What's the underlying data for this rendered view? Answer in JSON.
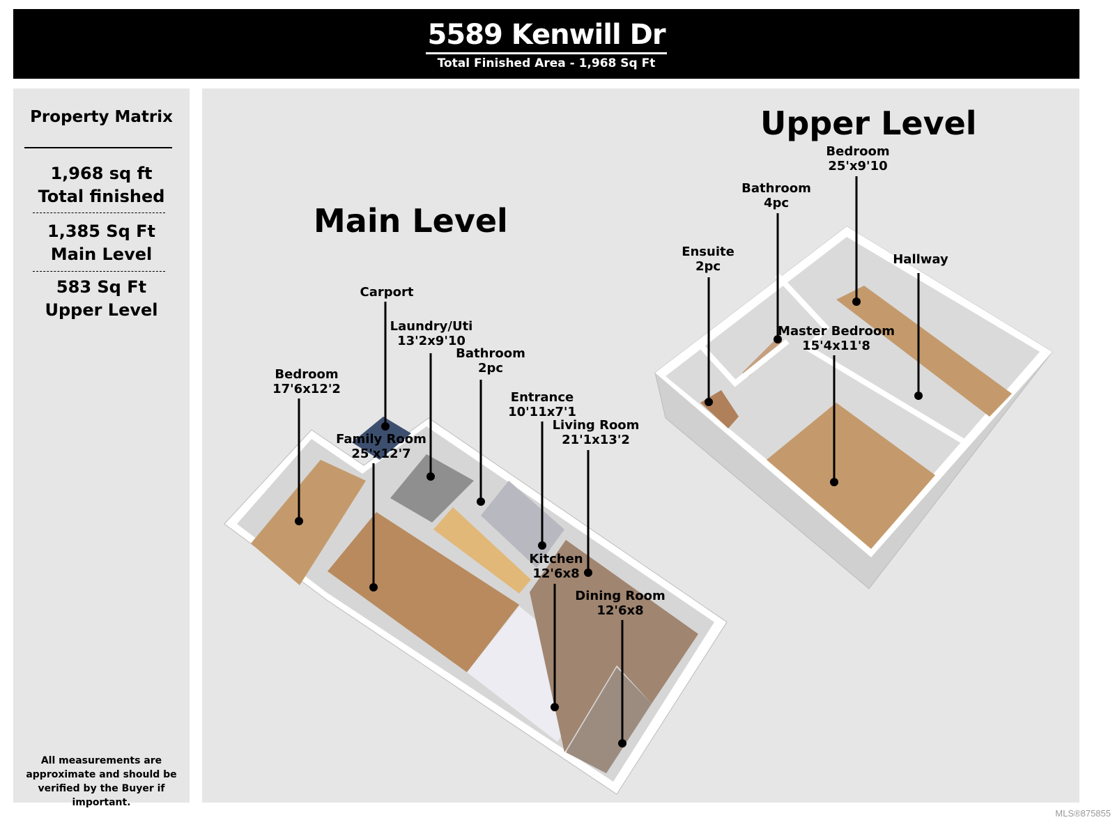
{
  "header": {
    "title": "5589 Kenwill Dr",
    "subtitle": "Total Finished Area - 1,968 Sq Ft"
  },
  "sidebar": {
    "heading": "Property  Matrix",
    "stats": [
      {
        "value": "1,968 sq ft",
        "label": "Total finished"
      },
      {
        "value": "1,385 Sq Ft",
        "label": "Main Level"
      },
      {
        "value": "583 Sq Ft",
        "label": "Upper Level"
      }
    ],
    "disclaimer": "All measurements are approximate and should be verified by the Buyer if important."
  },
  "main_level": {
    "title": "Main Level",
    "rooms": [
      {
        "name": "Bedroom",
        "size": "17'6x12'2"
      },
      {
        "name": "Carport",
        "size": ""
      },
      {
        "name": "Laundry/Uti",
        "size": "13'2x9'10"
      },
      {
        "name": "Bathroom",
        "size": "2pc"
      },
      {
        "name": "Entrance",
        "size": "10'11x7'1"
      },
      {
        "name": "Living Room",
        "size": "21'1x13'2"
      },
      {
        "name": "Family Room",
        "size": "25'x12'7"
      },
      {
        "name": "Kitchen",
        "size": "12'6x8"
      },
      {
        "name": "Dining Room",
        "size": "12'6x8"
      }
    ]
  },
  "upper_level": {
    "title": "Upper Level",
    "rooms": [
      {
        "name": "Bedroom",
        "size": "25'x9'10"
      },
      {
        "name": "Bathroom",
        "size": "4pc"
      },
      {
        "name": "Ensuite",
        "size": "2pc"
      },
      {
        "name": "Hallway",
        "size": ""
      },
      {
        "name": "Master Bedroom",
        "size": "15'4x11'8"
      }
    ]
  },
  "watermark": "MLS®875855",
  "colors": {
    "wood": "#c49a6c",
    "carpet": "#a08570",
    "tile": "#e8e8ee",
    "carport": "#3d4f6e",
    "wall": "#ffffff"
  }
}
